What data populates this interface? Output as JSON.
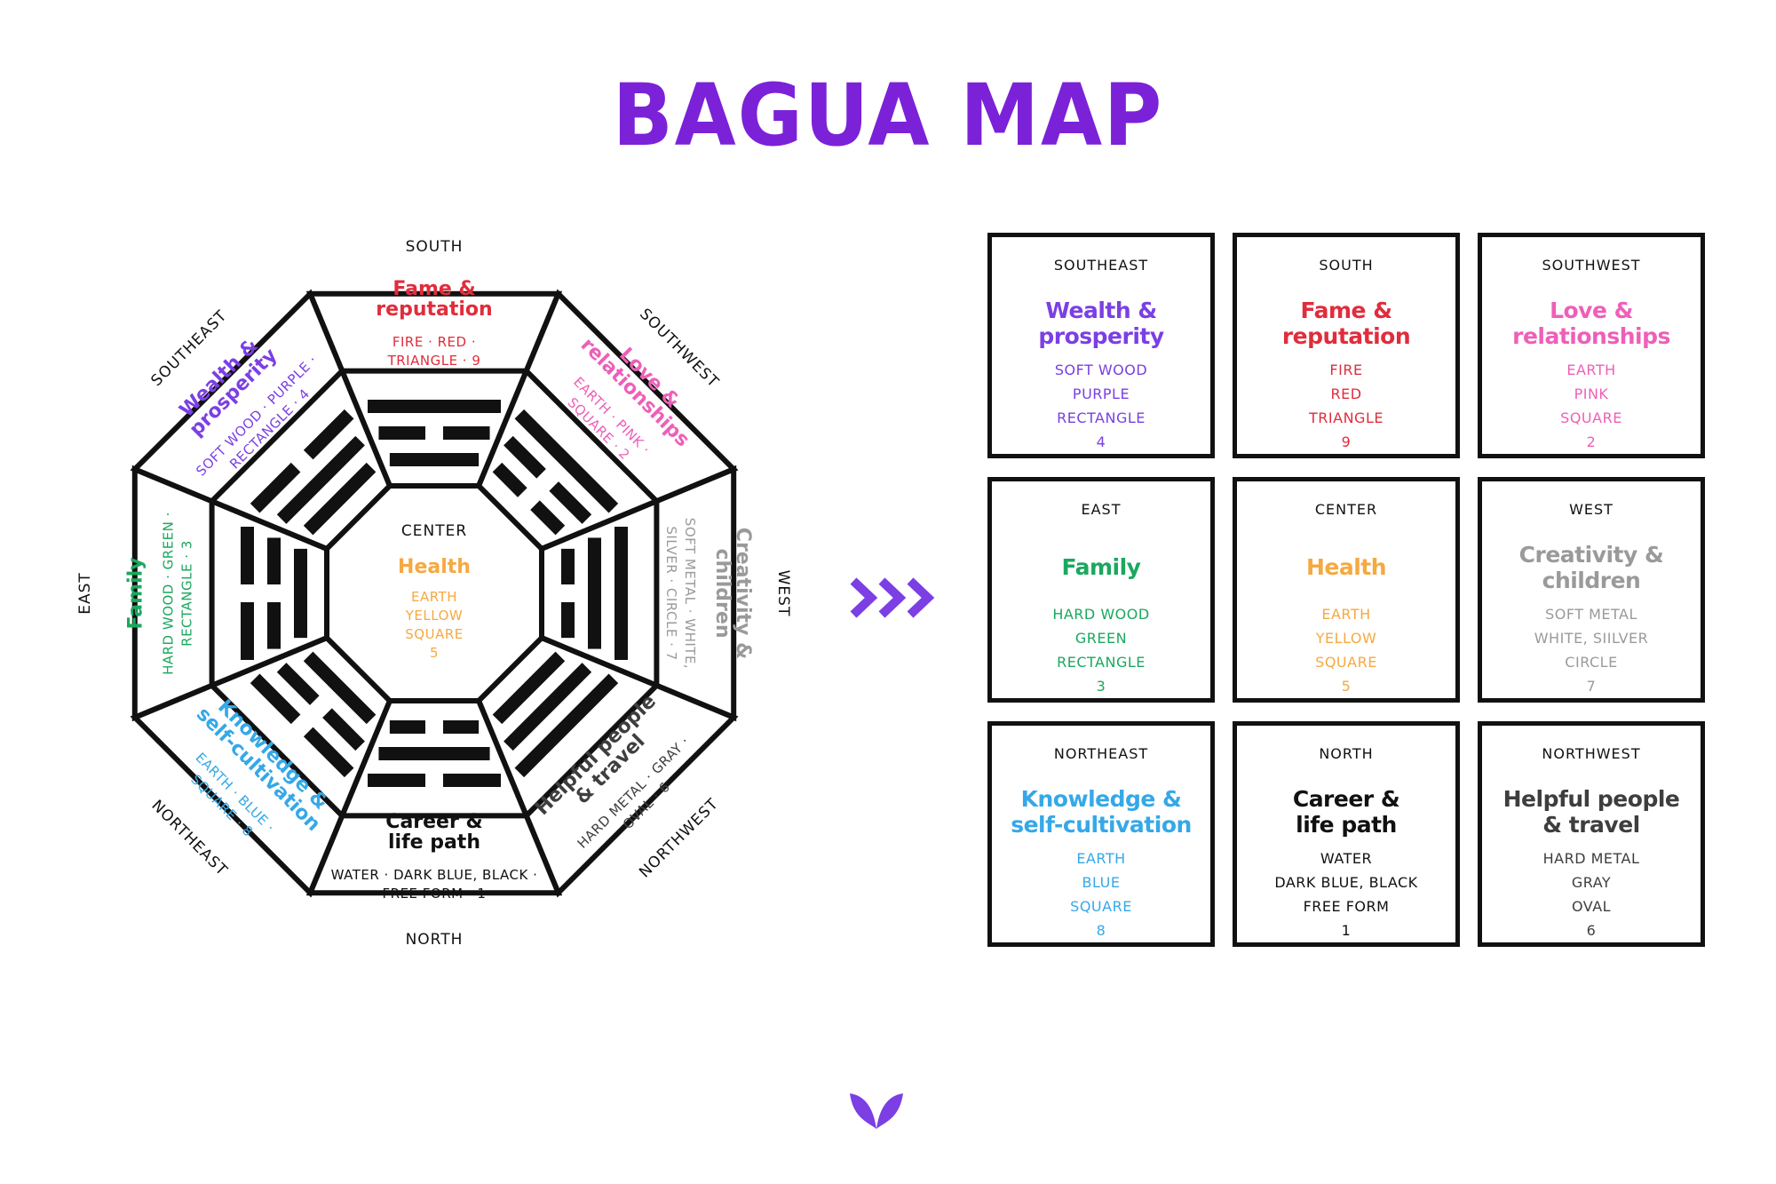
{
  "page": {
    "title": "BAGUA MAP",
    "title_color": "#7B22D8"
  },
  "colors": {
    "purple": "#7B3FE4",
    "red": "#E02D3C",
    "pink": "#EE5FB8",
    "green": "#1BA85E",
    "orange": "#F5A941",
    "gray": "#9A9A9A",
    "blue": "#35A8E8",
    "black": "#111111",
    "dark_gray": "#3E3E3E"
  },
  "octagon": {
    "center": {
      "direction": "CENTER",
      "title": "Health",
      "attrs": [
        "EARTH",
        "YELLOW",
        "SQUARE",
        "5"
      ]
    },
    "sectors": {
      "south": {
        "direction": "SOUTH",
        "title_lines": [
          "Fame &",
          "reputation"
        ],
        "attr_lines": [
          "FIRE · RED ·",
          "TRIANGLE · 9"
        ]
      },
      "southwest": {
        "direction": "SOUTHWEST",
        "title_lines": [
          "Love &",
          "relationships"
        ],
        "attr_lines": [
          "EARTH · PINK ·",
          "SQUARE · 2"
        ]
      },
      "west": {
        "direction": "WEST",
        "title_lines": [
          "Creativity &",
          "children"
        ],
        "attr_lines": [
          "SOFT METAL · WHITE,",
          "SILVER · CIRCLE · 7"
        ]
      },
      "northwest": {
        "direction": "NORTHWEST",
        "title_lines": [
          "Helpful people",
          "& travel"
        ],
        "attr_lines": [
          "HARD METAL · GRAY ·",
          "OVAL · 6"
        ]
      },
      "north": {
        "direction": "NORTH",
        "title_lines": [
          "Career &",
          "life path"
        ],
        "attr_lines": [
          "WATER · DARK BLUE, BLACK ·",
          "FREE FORM · 1"
        ]
      },
      "northeast": {
        "direction": "NORTHEAST",
        "title_lines": [
          "Knowledge &",
          "self-cultivation"
        ],
        "attr_lines": [
          "EARTH · BLUE ·",
          "SQUARE · 8"
        ]
      },
      "east": {
        "direction": "EAST",
        "title_lines": [
          "Family"
        ],
        "attr_lines": [
          "HARD WOOD · GREEN ·",
          "RECTANGLE · 3"
        ]
      },
      "southeast": {
        "direction": "SOUTHEAST",
        "title_lines": [
          "Wealth &",
          "prosperity"
        ],
        "attr_lines": [
          "SOFT WOOD · PURPLE ·",
          "RECTANGLE · 4"
        ]
      }
    }
  },
  "grid": {
    "cells": [
      {
        "direction": "SOUTHEAST",
        "title_lines": [
          "Wealth &",
          "prosperity"
        ],
        "attrs": [
          "SOFT WOOD",
          "PURPLE",
          "RECTANGLE",
          "4"
        ],
        "color": "purple"
      },
      {
        "direction": "SOUTH",
        "title_lines": [
          "Fame &",
          "reputation"
        ],
        "attrs": [
          "FIRE",
          "RED",
          "TRIANGLE",
          "9"
        ],
        "color": "red"
      },
      {
        "direction": "SOUTHWEST",
        "title_lines": [
          "Love &",
          "relationships"
        ],
        "attrs": [
          "EARTH",
          "PINK",
          "SQUARE",
          "2"
        ],
        "color": "pink"
      },
      {
        "direction": "EAST",
        "title_lines": [
          "Family"
        ],
        "attrs": [
          "HARD WOOD",
          "GREEN",
          "RECTANGLE",
          "3"
        ],
        "color": "green"
      },
      {
        "direction": "CENTER",
        "title_lines": [
          "Health"
        ],
        "attrs": [
          "EARTH",
          "YELLOW",
          "SQUARE",
          "5"
        ],
        "color": "orange"
      },
      {
        "direction": "WEST",
        "title_lines": [
          "Creativity &",
          "children"
        ],
        "attrs": [
          "SOFT METAL",
          "WHITE, SIILVER",
          "CIRCLE",
          "7"
        ],
        "color": "gray"
      },
      {
        "direction": "NORTHEAST",
        "title_lines": [
          "Knowledge &",
          "self-cultivation"
        ],
        "attrs": [
          "EARTH",
          "BLUE",
          "SQUARE",
          "8"
        ],
        "color": "blue"
      },
      {
        "direction": "NORTH",
        "title_lines": [
          "Career &",
          "life path"
        ],
        "attrs": [
          "WATER",
          "DARK BLUE, BLACK",
          "FREE FORM",
          "1"
        ],
        "color": "black"
      },
      {
        "direction": "NORTHWEST",
        "title_lines": [
          "Helpful people",
          "& travel"
        ],
        "attrs": [
          "HARD METAL",
          "GRAY",
          "OVAL",
          "6"
        ],
        "color": "dark_gray"
      }
    ]
  },
  "decor": {
    "arrows_icon": "triple-chevron-right-icon",
    "logo_icon": "leaf-logo-icon"
  }
}
